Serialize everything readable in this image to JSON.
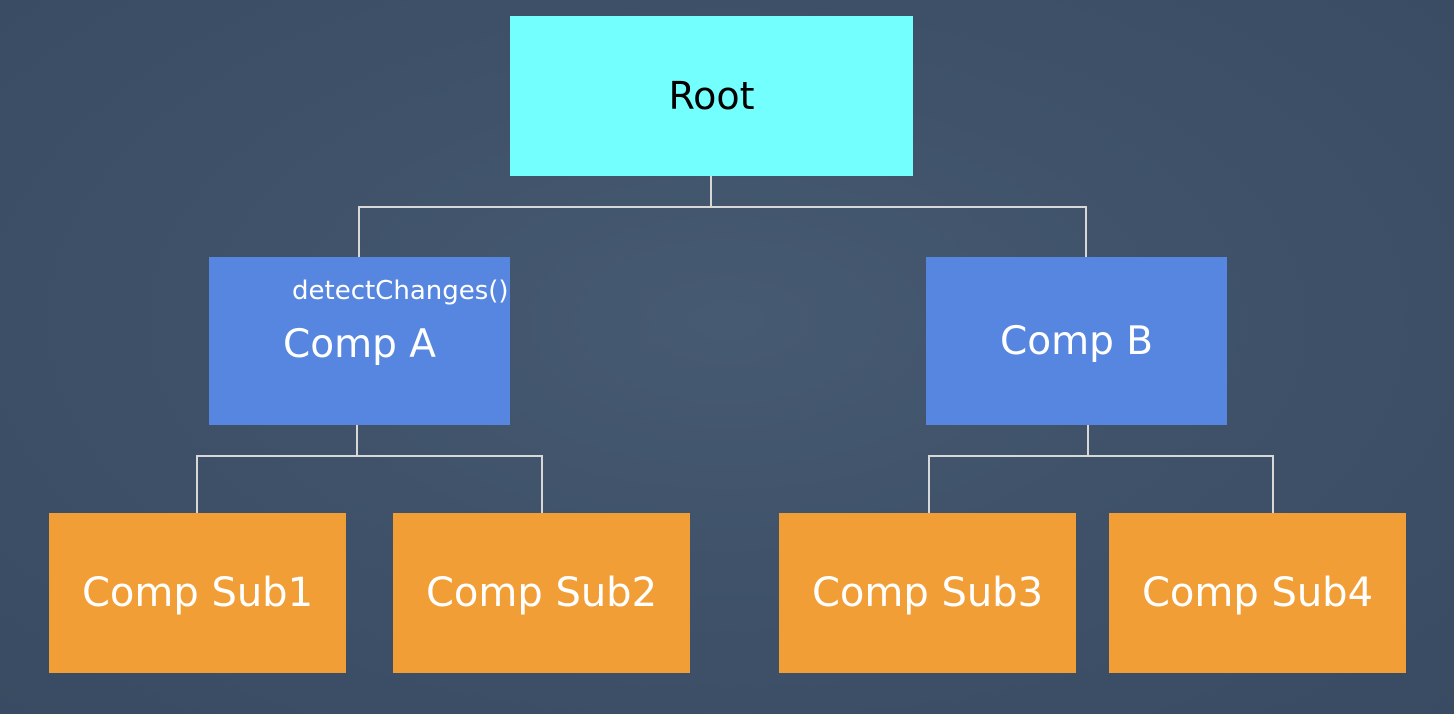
{
  "diagram": {
    "colors": {
      "background": "#3f526a",
      "root_fill": "#74ffff",
      "comp_fill": "#5686e0",
      "sub_fill": "#f29e37",
      "connector": "#d8d8d8",
      "dark_text": "#000000",
      "light_text": "#ffffff"
    },
    "root": {
      "label": "Root"
    },
    "components": [
      {
        "label": "Comp A",
        "annotation": "detectChanges()"
      },
      {
        "label": "Comp B"
      }
    ],
    "subcomponents": [
      {
        "label": "Comp Sub1",
        "parent": "Comp A"
      },
      {
        "label": "Comp Sub2",
        "parent": "Comp A"
      },
      {
        "label": "Comp Sub3",
        "parent": "Comp B"
      },
      {
        "label": "Comp Sub4",
        "parent": "Comp B"
      }
    ],
    "edges": [
      [
        "Root",
        "Comp A"
      ],
      [
        "Root",
        "Comp B"
      ],
      [
        "Comp A",
        "Comp Sub1"
      ],
      [
        "Comp A",
        "Comp Sub2"
      ],
      [
        "Comp B",
        "Comp Sub3"
      ],
      [
        "Comp B",
        "Comp Sub4"
      ]
    ]
  }
}
